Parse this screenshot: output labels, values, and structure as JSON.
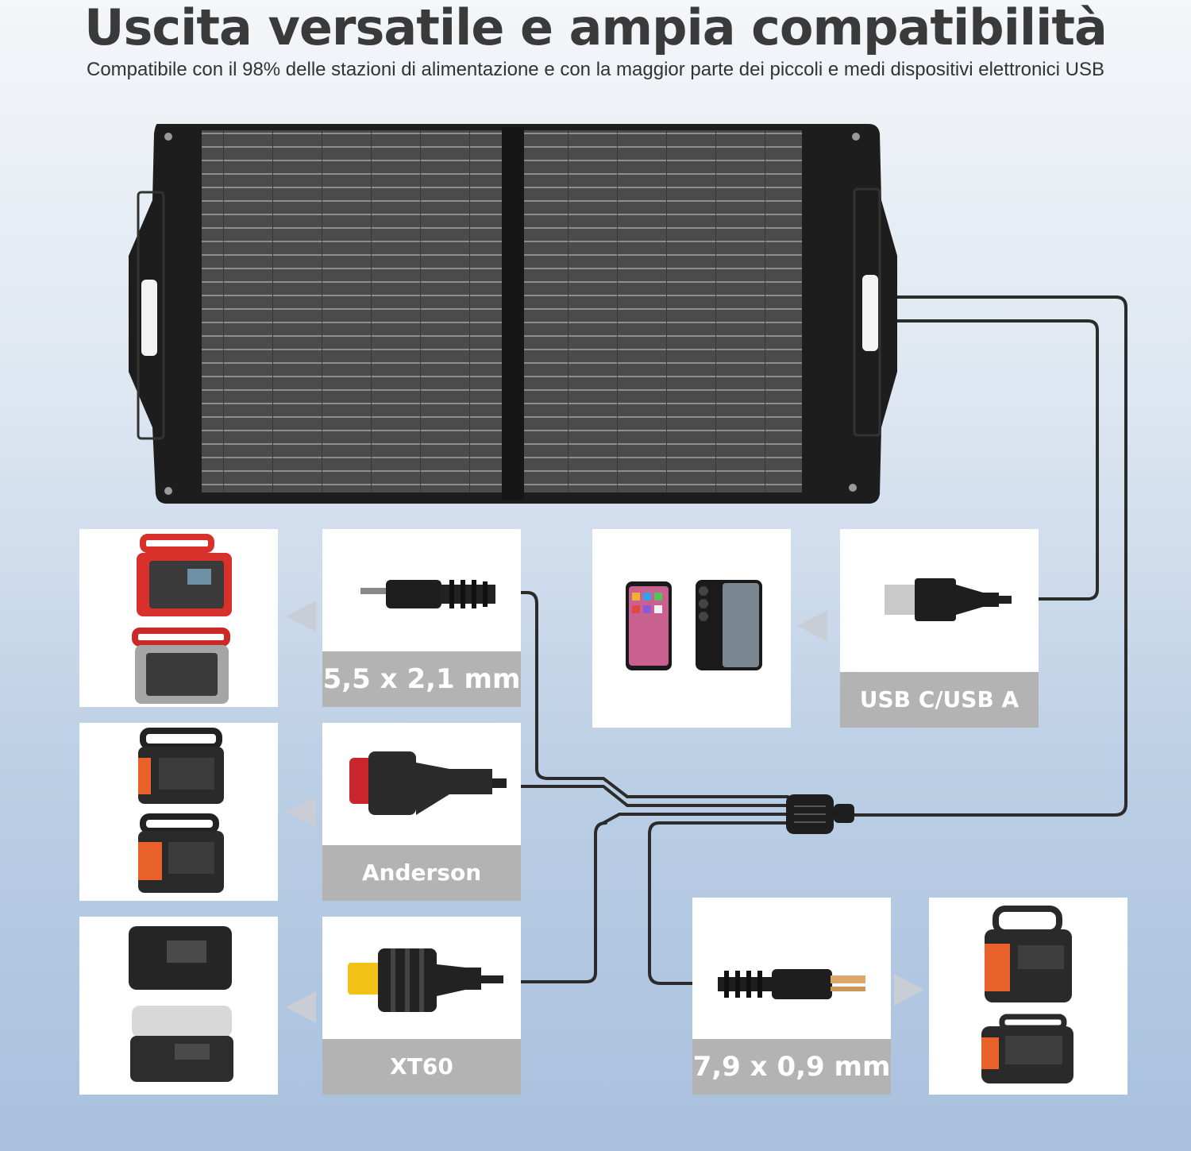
{
  "header": {
    "title": "Uscita versatile e ampia compatibilità",
    "subtitle": "Compatibile con il 98% delle stazioni di alimentazione e con la maggior parte dei piccoli e medi dispositivi elettronici USB"
  },
  "connectors": {
    "dc_5521": "5,5 x 2,1 mm",
    "anderson": "Anderson",
    "xt60": "XT60",
    "usb": "USB C/USB A",
    "dc_7909": "7,9 x 0,9 mm"
  },
  "icons": {
    "solar_panel": "solar-panel-icon",
    "power_station": "power-station-icon",
    "smartphone": "smartphone-icon",
    "cable_plug": "plug-icon"
  },
  "colors": {
    "panel": "#1f1f1f",
    "cell": "#4a4a4a",
    "label_bg": "#b3b3b3",
    "accent_orange": "#e8622a",
    "accent_red": "#d8312b",
    "xt60_yellow": "#f2c316",
    "anderson_red": "#c8262c"
  }
}
